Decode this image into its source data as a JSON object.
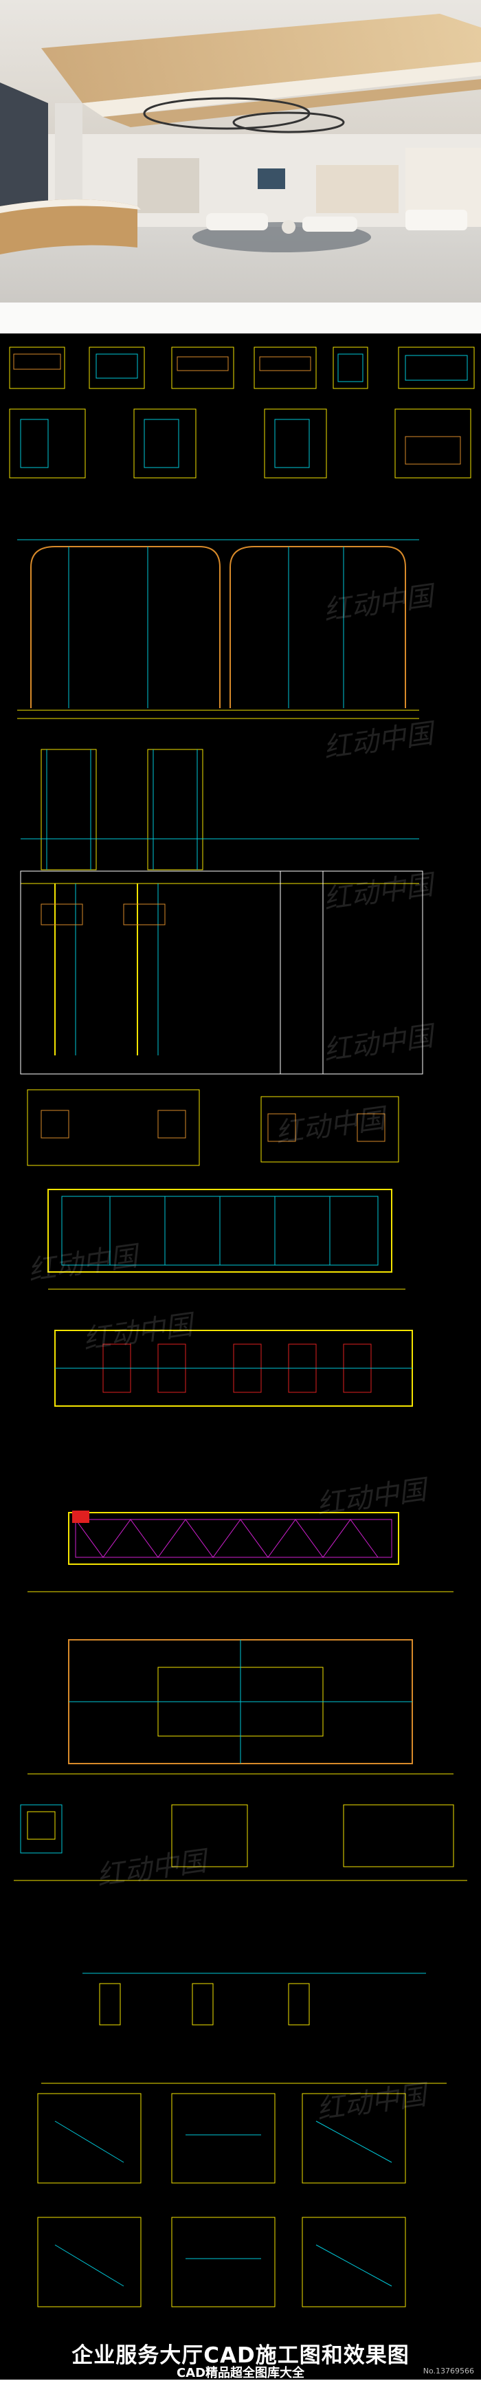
{
  "banner": {
    "title": "企业服务大厅CAD施工图和效果图",
    "subtitle": "CAD精品超全图库大全",
    "catalog_no": "No.13769566"
  },
  "watermark": {
    "text": "红动中国"
  },
  "colors": {
    "cad_background": "#000000",
    "cad_yellow": "#f5e400",
    "cad_cyan": "#00c8d8",
    "cad_orange": "#d88a2a",
    "cad_red": "#e02020",
    "cad_magenta": "#d020d0",
    "cad_white": "#ffffff",
    "banner_background": "#000000"
  }
}
